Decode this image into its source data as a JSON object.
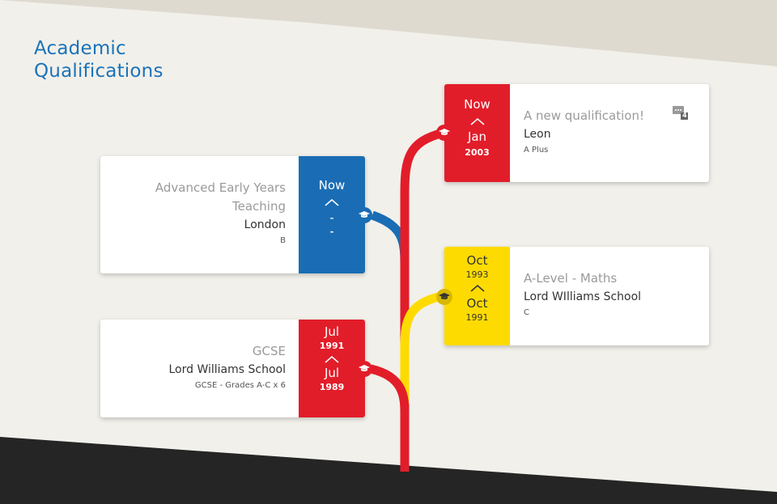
{
  "page": {
    "title_line1": "Academic",
    "title_line2": "Qualifications"
  },
  "colors": {
    "blue": "#1a6db4",
    "red": "#e21d2a",
    "yellow": "#fedb00",
    "title": "#1a73ba"
  },
  "cards": {
    "leon": {
      "date_top": "Now",
      "date_month": "Jan",
      "date_year": "2003",
      "qualification": "A new qualification!",
      "school": "Leon",
      "grade": "A Plus",
      "comment_count": "4"
    },
    "early_years": {
      "date_top": "Now",
      "date_month": "-",
      "date_year": "-",
      "qualification_line1": "Advanced Early Years",
      "qualification_line2": "Teaching",
      "school": "London",
      "grade": "B"
    },
    "alevel": {
      "date_top_month": "Oct",
      "date_top_year": "1993",
      "date_month": "Oct",
      "date_year": "1991",
      "qualification": "A-Level - Maths",
      "school": "Lord WIlliams School",
      "grade": "C"
    },
    "gcse": {
      "date_top_month": "Jul",
      "date_top_year": "1991",
      "date_month": "Jul",
      "date_year": "1989",
      "qualification": "GCSE",
      "school": "Lord Williams School",
      "grade": "GCSE - Grades A-C x 6"
    }
  }
}
